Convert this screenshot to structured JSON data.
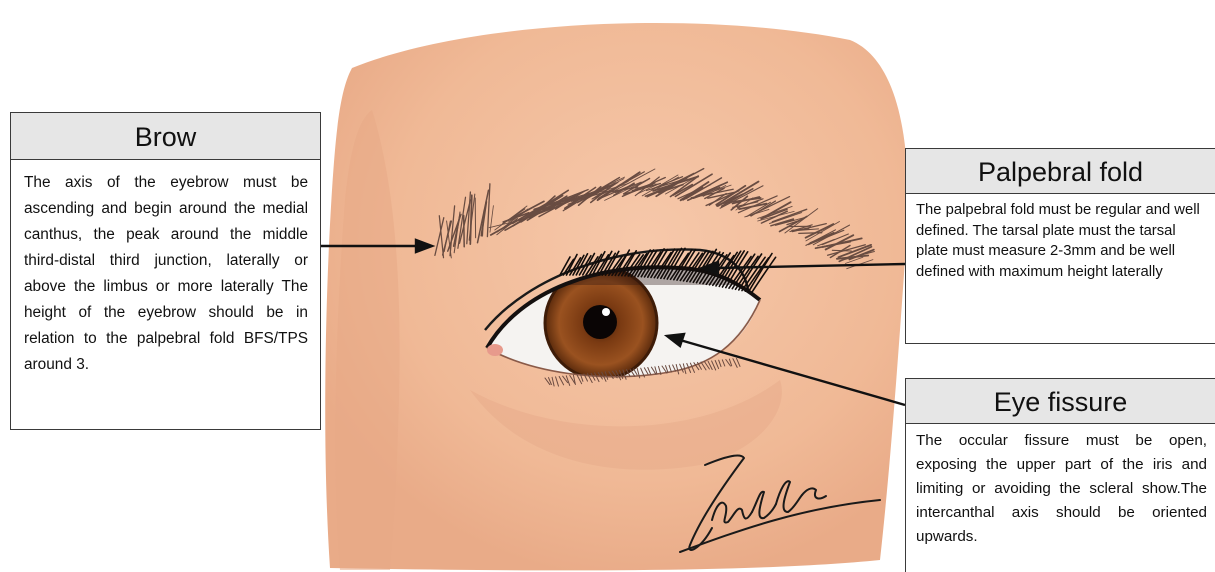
{
  "callouts": {
    "brow": {
      "title": "Brow",
      "text": "The axis of the eyebrow must be ascending and begin around the medial canthus, the peak around the middle third-distal third junction, laterally or above the limbus or more laterally The height of the eyebrow should be in relation to the palpebral fold BFS/TPS around 3."
    },
    "palpebral_fold": {
      "title": "Palpebral fold",
      "text": "The palpebral fold must be regular and well defined. The tarsal plate must the tarsal plate must measure 2-3mm and be well defined with maximum height laterally"
    },
    "eye_fissure": {
      "title": "Eye fissure",
      "text": "The occular fissure must be open, exposing the upper part of the iris and limiting or avoiding the scleral show.The intercanthal axis should be oriented upwards."
    }
  },
  "colors": {
    "skin": "#f2bd9c",
    "skin_shadow": "#e3a383",
    "iris": "#8a4a1f",
    "brow_hair": "#5a4038",
    "header_bg": "#e6e6e6"
  },
  "signature_text": "Zandutti"
}
